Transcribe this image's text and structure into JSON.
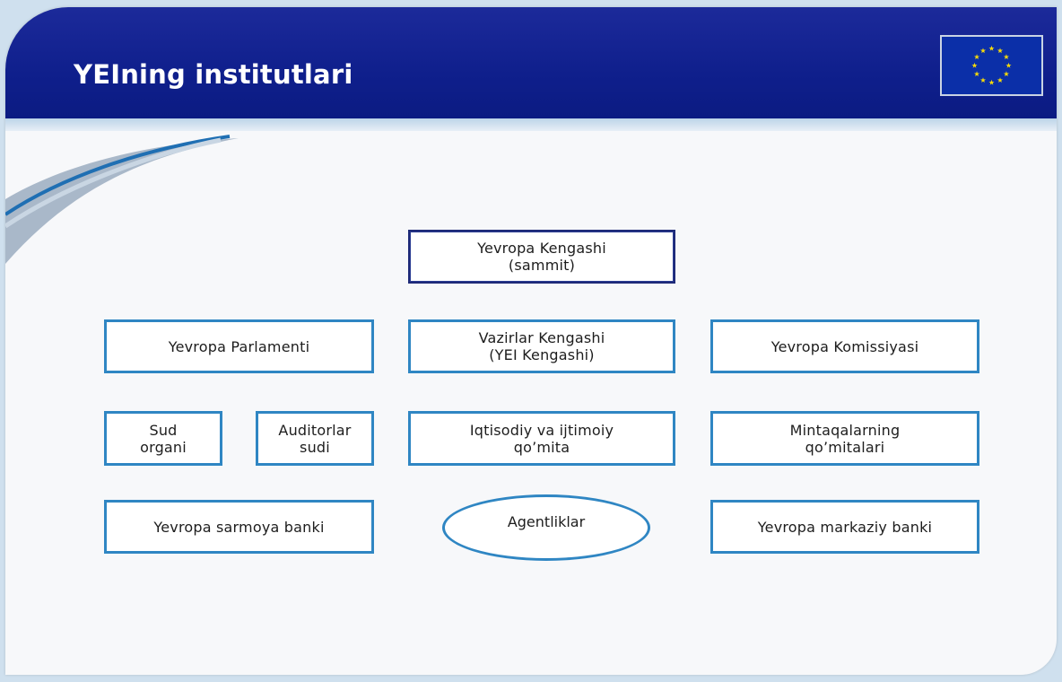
{
  "slide": {
    "title": "YEIning institutlari"
  },
  "colors": {
    "header": "#0f1f8c",
    "box_border": "#2f86c3",
    "top_box_border": "#1e2a78",
    "flag_blue": "#0b2fa8",
    "star_gold": "#f5d90a"
  },
  "icons": {
    "flag": "eu-flag-icon"
  },
  "diagram": {
    "european_council": "Yevropa Kengashi\n(sammit)",
    "parliament": "Yevropa Parlamenti",
    "council_of_ministers": "Vazirlar Kengashi\n(YEI Kengashi)",
    "commission": "Yevropa Komissiyasi",
    "court": "Sud\norgani",
    "auditors": "Auditorlar\nsudi",
    "economic_social_committee": "Iqtisodiy va ijtimoiy\nqo’mita",
    "regions_committee": "Mintaqalarning\nqo’mitalari",
    "investment_bank": "Yevropa sarmoya banki",
    "agencies": "Agentliklar",
    "central_bank": "Yevropa markaziy banki"
  }
}
